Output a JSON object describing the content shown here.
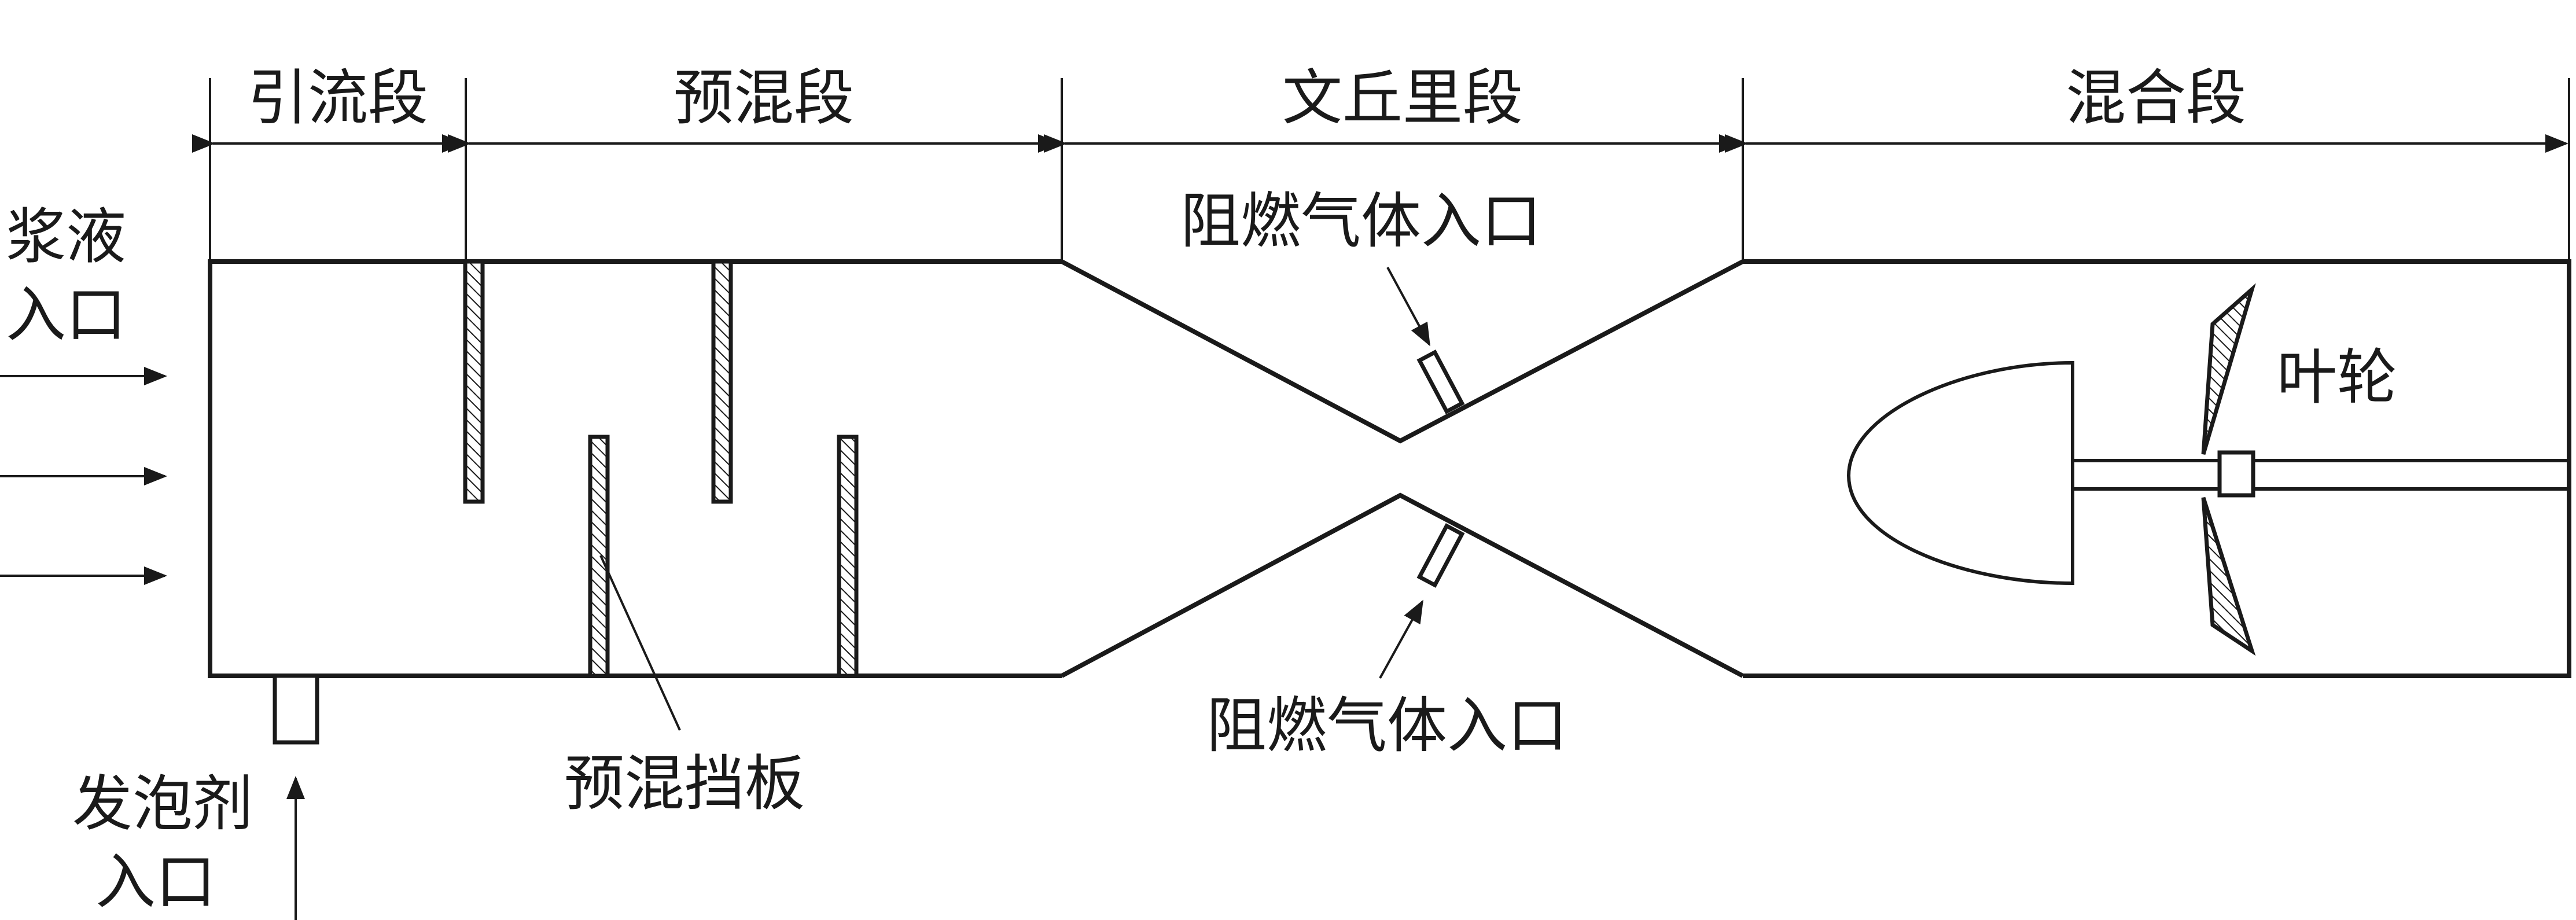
{
  "sections": {
    "intake": "引流段",
    "premix": "预混段",
    "venturi": "文丘里段",
    "mixing": "混合段"
  },
  "labels": {
    "slurry_inlet_line1": "浆液",
    "slurry_inlet_line2": "入口",
    "foaming_agent_line1": "发泡剂",
    "foaming_agent_line2": "入口",
    "premix_baffle": "预混挡板",
    "retardant_gas_inlet_top": "阻燃气体入口",
    "retardant_gas_inlet_bottom": "阻燃气体入口",
    "impeller": "叶轮"
  },
  "colors": {
    "line": "#1a1a1a",
    "background": "#ffffff"
  }
}
